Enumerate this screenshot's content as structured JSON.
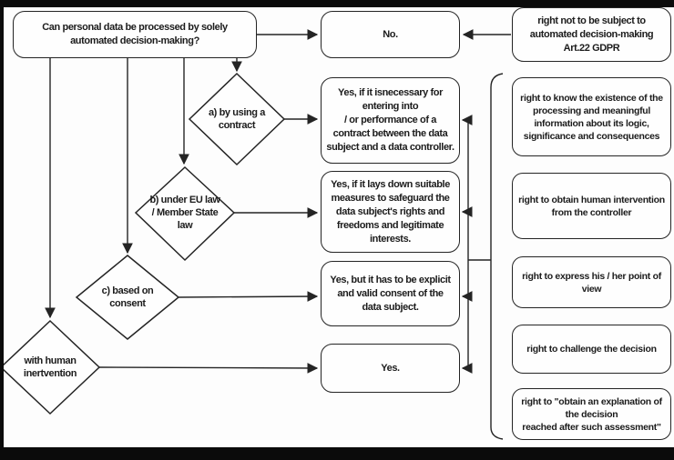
{
  "colors": {
    "background": "#fdfdfd",
    "stroke": "#242424",
    "letterbox": "#0b0b0b",
    "text": "#1c1c1c"
  },
  "diagram": {
    "type": "flowchart",
    "topic": "GDPR Art.22 automated decision-making",
    "nodes": {
      "question": {
        "text": "Can personal data be processed by solely\nautomated decision-making?"
      },
      "no": {
        "text": "No."
      },
      "art22_right": {
        "text": "right not to be subject to\nautomated decision-making\nArt.22 GDPR"
      },
      "cond_a": {
        "text": "a) by using a\ncontract"
      },
      "cond_b": {
        "text": "b) under EU law\n/ Member State\nlaw"
      },
      "cond_c": {
        "text": "c) based on\nconsent"
      },
      "cond_d": {
        "text": "with human\ninertvention"
      },
      "yes_a": {
        "text": "Yes, if it isnecessary for\nentering into\n/ or performance of a\ncontract between the data\nsubject and a data controller."
      },
      "yes_b": {
        "text": "Yes, if it lays down suitable\nmeasures to safeguard the\ndata subject's rights and\nfreedoms and legitimate\ninterests."
      },
      "yes_c": {
        "text": "Yes, but it has to be explicit\nand valid consent  of the\ndata subject."
      },
      "yes_d": {
        "text": "Yes."
      },
      "right_1": {
        "text": "right to know the existence of the\nprocessing and meaningful\ninformation about its logic,\nsignificance and consequences"
      },
      "right_2": {
        "text": "right to obtain human intervention\nfrom the controller"
      },
      "right_3": {
        "text": "right to express his / her point of\nview"
      },
      "right_4": {
        "text": "right to challenge the decision"
      },
      "right_5": {
        "text": "right to \"obtain an explanation of\nthe decision\nreached after such assessment\""
      }
    }
  }
}
